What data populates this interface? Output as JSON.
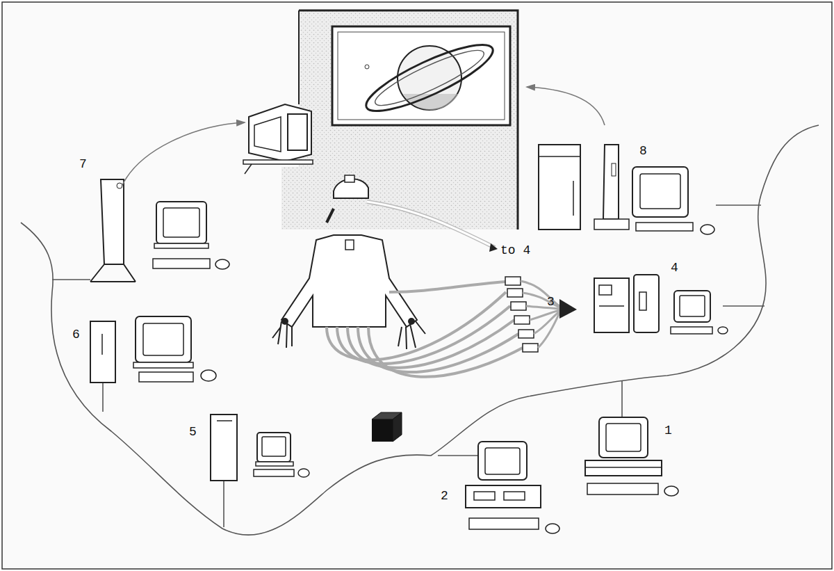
{
  "diagram": {
    "labels": [
      "8",
      "7",
      "to 4",
      "4",
      "3",
      "6",
      "1",
      "5",
      "2"
    ]
  }
}
